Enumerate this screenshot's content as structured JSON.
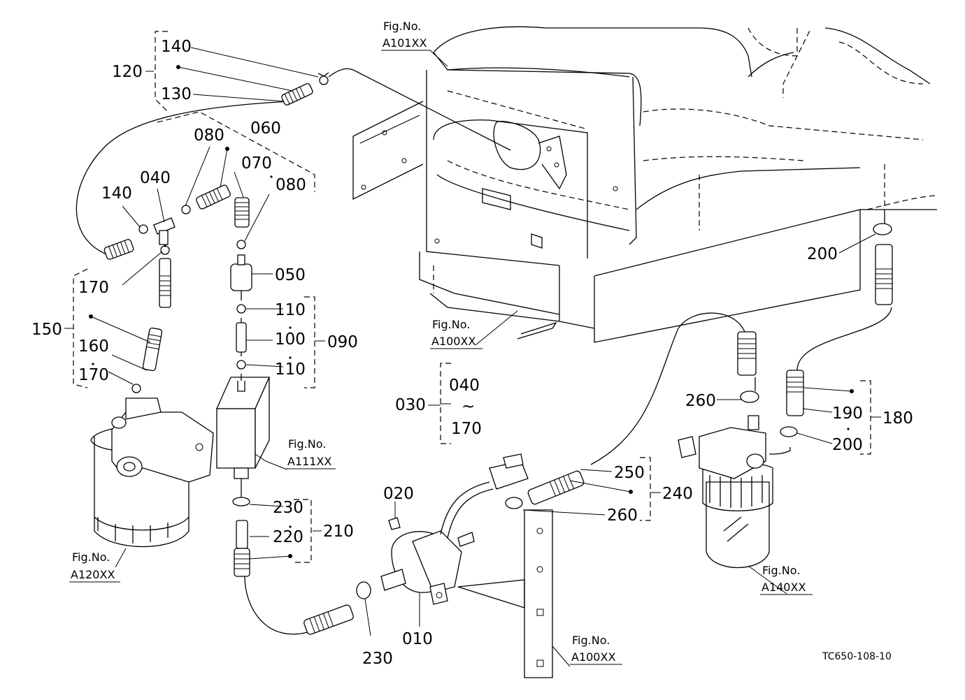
{
  "parts": {
    "p010": "010",
    "p020": "020",
    "p030": "030",
    "p040": "040",
    "p040b": "040",
    "tilde": "~",
    "p050": "050",
    "p060": "060",
    "p070": "070",
    "p080a": "080",
    "p080b": "080",
    "p090": "090",
    "p100": "100",
    "p110a": "110",
    "p110b": "110",
    "p120": "120",
    "p130": "130",
    "p140a": "140",
    "p140b": "140",
    "p150": "150",
    "p160": "160",
    "p170a": "170",
    "p170b": "170",
    "p170c": "170",
    "p180": "180",
    "p190": "190",
    "p200a": "200",
    "p200b": "200",
    "p210": "210",
    "p220": "220",
    "p230a": "230",
    "p230b": "230",
    "p240": "240",
    "p250": "250",
    "p260a": "260",
    "p260b": "260"
  },
  "figrefs": {
    "fig_label": "Fig.No.",
    "a101": "A101XX",
    "a100_top": "A100XX",
    "a111": "A111XX",
    "a120": "A120XX",
    "a140": "A140XX",
    "a100_bottom": "A100XX"
  },
  "drawing_code": "TC650-108-10"
}
